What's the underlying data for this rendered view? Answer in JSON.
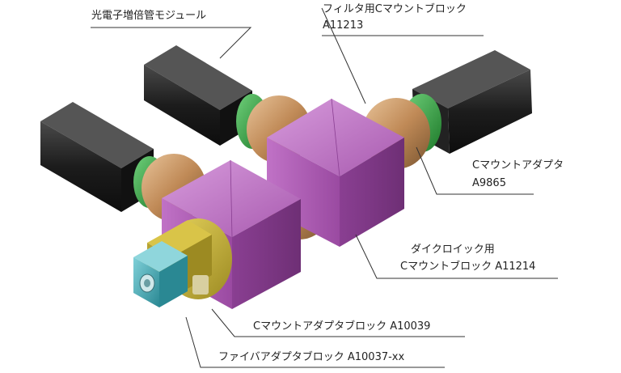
{
  "labels": {
    "pmt_module": "光電子増倍管モジュール",
    "filter_block_name": "フィルタ用Cマウントブロック",
    "filter_block_code": "A11213",
    "c_mount_adapter_name": "Cマウントアダプタ",
    "c_mount_adapter_code": "A9865",
    "dichroic_block_name": "ダイクロイック用",
    "dichroic_block_code": "Cマウントブロック A11214",
    "c_mount_adapter_block": "Cマウントアダプタブロック A10039",
    "fiber_adapter_block": "ファイバアダプタブロック A10037-xx"
  },
  "colors": {
    "pmt_body": "#2a2a2a",
    "copper_ring": "#c79a6a",
    "green_ring": "#2e9b3a",
    "magenta_cube": "#b462b8",
    "gold_adapter": "#c9b23a",
    "cyan_adapter": "#3aa7b3"
  }
}
